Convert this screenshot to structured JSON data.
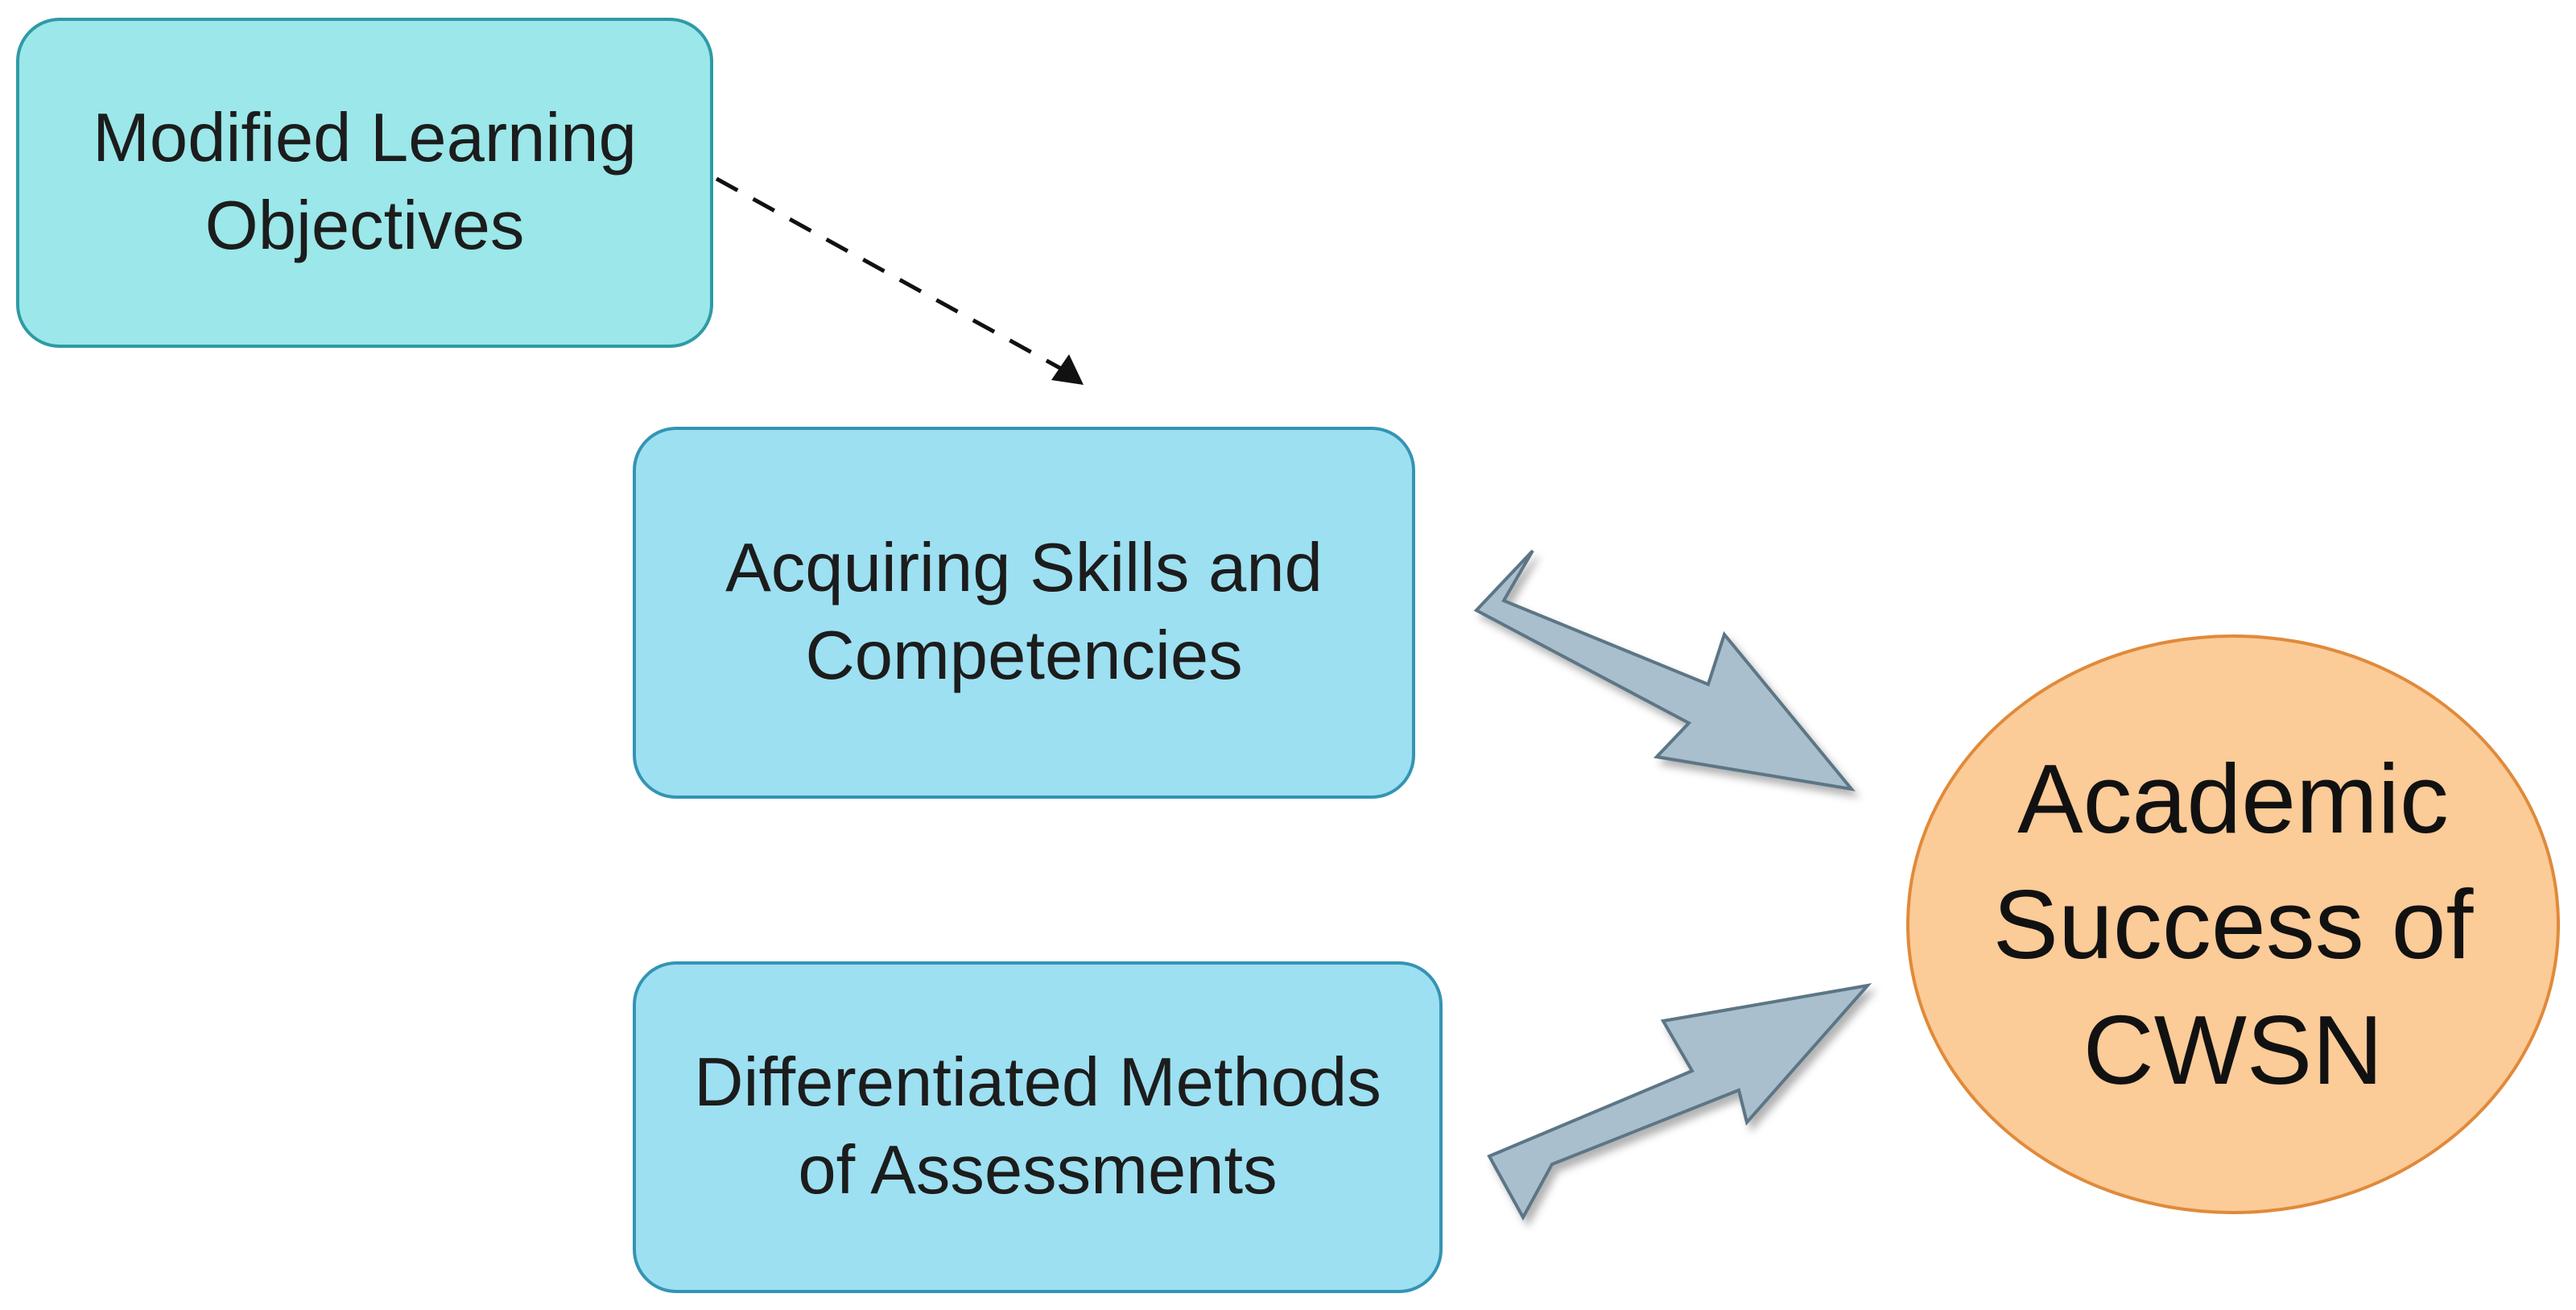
{
  "diagram": {
    "nodes": {
      "objectives": {
        "label": "Modified Learning\nObjectives"
      },
      "skills": {
        "label": "Acquiring Skills and\nCompetencies"
      },
      "assessments": {
        "label": "Differentiated Methods\nof Assessments"
      },
      "outcome": {
        "label": "Academic\nSuccess of\nCWSN"
      }
    },
    "edges": [
      {
        "from": "objectives",
        "to": "skills",
        "style": "dashed"
      },
      {
        "from": "skills",
        "to": "outcome",
        "style": "block-arrow"
      },
      {
        "from": "assessments",
        "to": "outcome",
        "style": "block-arrow"
      }
    ],
    "colors": {
      "objectives_fill": "#9be7e9",
      "objectives_border": "#2f9aa5",
      "box_fill": "#9de0f2",
      "box_border": "#3494b4",
      "outcome_fill": "#fbcb98",
      "outcome_border": "#e08a3a",
      "block_arrow_fill": "#a9bfcd",
      "block_arrow_stroke": "#5c7686",
      "dashed_arrow": "#111111"
    }
  }
}
